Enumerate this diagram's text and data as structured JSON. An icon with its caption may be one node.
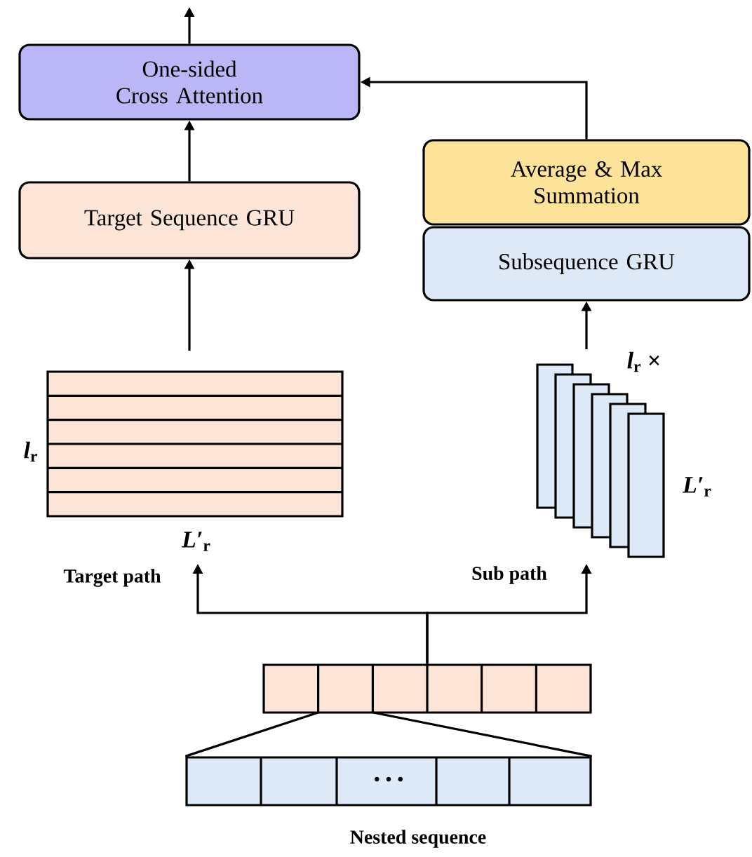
{
  "diagram": {
    "nodes": [
      {
        "text": [
          "One-sided Cross Attention"
        ]
      },
      {
        "text": [
          "Target Sequence GRU"
        ]
      },
      {
        "text": [
          "Average & Max Summation"
        ]
      },
      {
        "text": [
          "Subsequence GRU"
        ]
      },
      {
        "text": [],
        "shape": "box",
        "beside": [
          "*l*$_{r}$",
          "*L′*$_{r}$"
        ]
      },
      {
        "text": [],
        "shape": "box",
        "beside": [
          "*l*$_{r}$ ×",
          "*L′*$_{r}$"
        ]
      },
      {
        "text": [],
        "shape": "box"
      },
      {
        "text": [
          "• • •"
        ],
        "beside": [
          "Nested sequence"
        ]
      }
    ],
    "edges": [
      {
        "from": 0,
        "to": null,
        "arrow": "to"
      },
      {
        "from": 1,
        "to": 0,
        "arrow": "to"
      },
      {
        "from": 2,
        "to": 0,
        "arrow": "to"
      },
      {
        "from": 4,
        "to": 1,
        "arrow": "to"
      },
      {
        "from": 5,
        "to": 3,
        "arrow": "to"
      },
      {
        "from": 6,
        "to": 4,
        "arrow": "to",
        "label": "Target path"
      },
      {
        "from": 6,
        "to": 5,
        "arrow": "to",
        "label": "Sub path"
      },
      {
        "from": 7,
        "to": 6,
        "arrow": "none"
      }
    ]
  }
}
